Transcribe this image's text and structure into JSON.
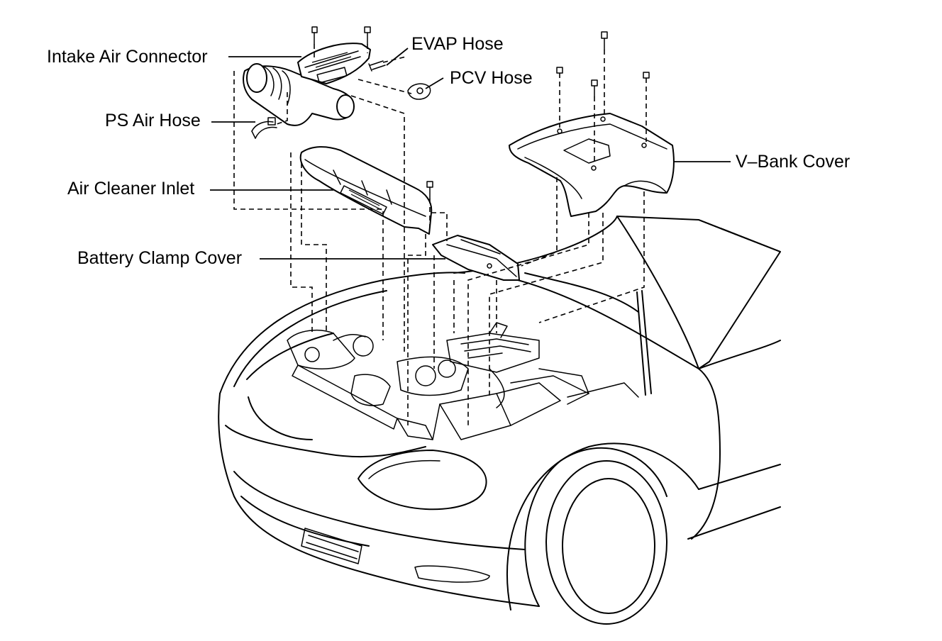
{
  "labels": {
    "intake_air_connector": "Intake Air Connector",
    "evap_hose": "EVAP Hose",
    "pcv_hose": "PCV Hose",
    "ps_air_hose": "PS Air Hose",
    "air_cleaner_inlet": "Air Cleaner Inlet",
    "battery_clamp_cover": "Battery Clamp Cover",
    "v_bank_cover": "V–Bank Cover"
  },
  "colors": {
    "line": "#000000",
    "background": "#ffffff"
  }
}
